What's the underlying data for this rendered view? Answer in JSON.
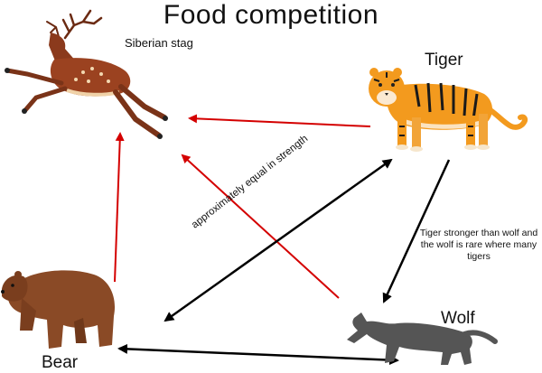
{
  "title": "Food competition",
  "animals": {
    "stag": "Siberian stag",
    "tiger": "Tiger",
    "wolf": "Wolf",
    "bear": "Bear"
  },
  "annotations": {
    "strength": "approximately equal in strength",
    "tiger_wolf": "Tiger stronger than wolf and the wolf is rare where many tigers"
  },
  "colors": {
    "prey_arrow": "#d40000",
    "competition_arrow": "#000000",
    "stag_body": "#8b3a1c",
    "tiger_body": "#f39a1e",
    "wolf_body": "#555555",
    "bear_body": "#8a4a26"
  },
  "icons": [
    "deer-icon",
    "tiger-icon",
    "wolf-icon",
    "bear-icon"
  ],
  "edges": [
    {
      "from": "tiger",
      "to": "stag",
      "kind": "predation",
      "color": "red"
    },
    {
      "from": "bear",
      "to": "stag",
      "kind": "predation",
      "color": "red"
    },
    {
      "from": "wolf",
      "to": "stag",
      "kind": "predation",
      "color": "red"
    },
    {
      "from": "tiger",
      "to": "bear",
      "kind": "competition",
      "direction": "both"
    },
    {
      "from": "bear",
      "to": "wolf",
      "kind": "competition",
      "direction": "both"
    },
    {
      "from": "tiger",
      "to": "wolf",
      "kind": "dominance",
      "direction": "one-way"
    }
  ]
}
